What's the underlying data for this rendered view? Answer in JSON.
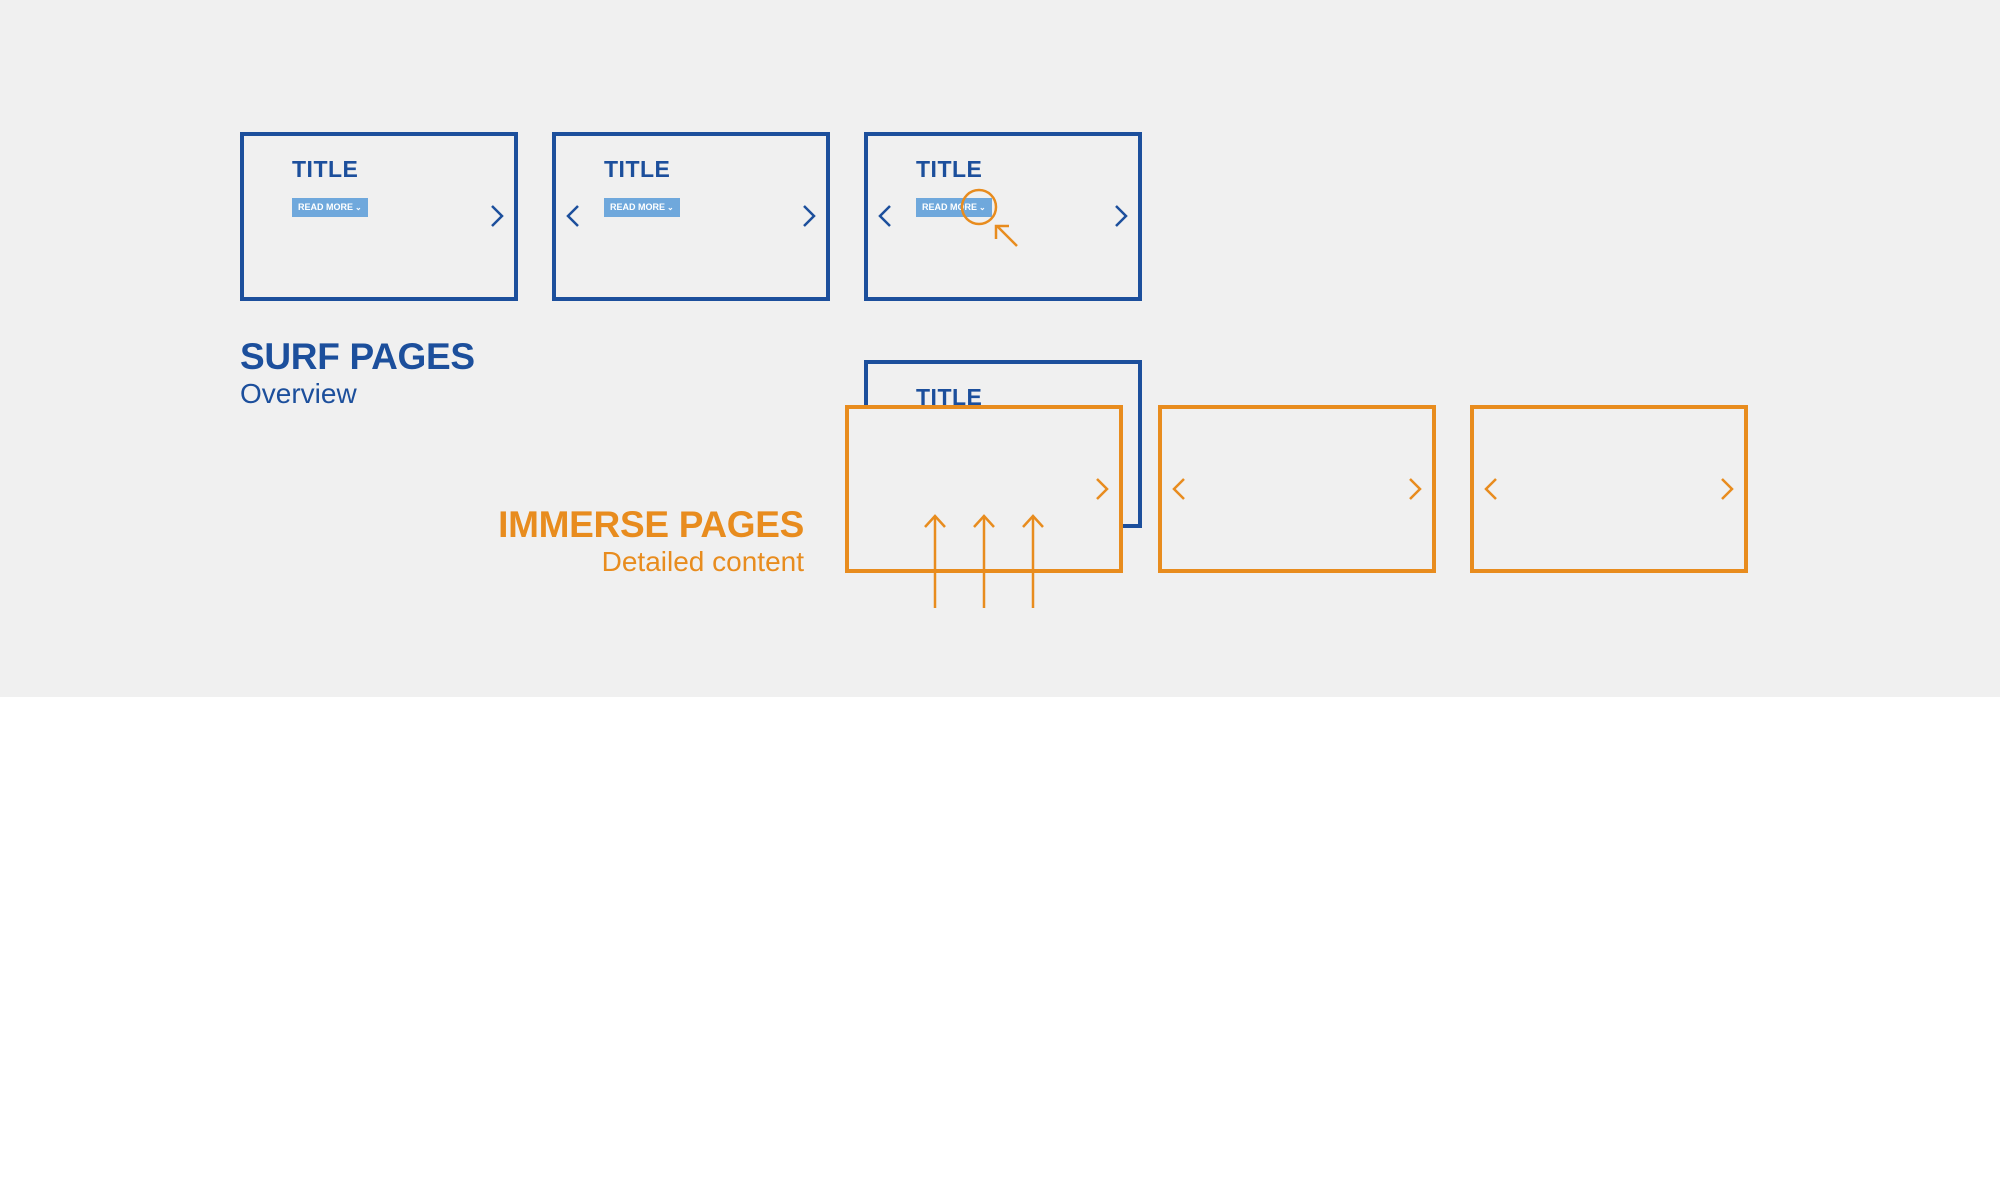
{
  "surf": {
    "heading": "SURF PAGES",
    "subheading": "Overview",
    "cards": [
      {
        "title": "TITLE",
        "button": "READ MORE",
        "nav": [
          "chevron-right"
        ]
      },
      {
        "title": "TITLE",
        "button": "READ MORE",
        "nav": [
          "chevron-left",
          "chevron-right"
        ]
      },
      {
        "title": "TITLE",
        "button": "READ MORE",
        "nav": [
          "chevron-left",
          "chevron-right"
        ],
        "highlighted": true
      }
    ],
    "expanding_card": {
      "title": "TITLE"
    }
  },
  "immerse": {
    "heading": "IMMERSE PAGES",
    "subheading": "Detailed content",
    "cards": [
      {
        "nav": [
          "chevron-right"
        ]
      },
      {
        "nav": [
          "chevron-left",
          "chevron-right"
        ]
      },
      {
        "nav": [
          "chevron-left",
          "chevron-right"
        ]
      }
    ],
    "transition_arrows": 3
  },
  "colors": {
    "surf": "#1c4f9c",
    "immerse": "#e88c1e",
    "button": "#6fa8dc",
    "background": "#f0f0f0"
  },
  "icons": [
    "chevron-left-icon",
    "chevron-right-icon",
    "highlight-circle",
    "pointer-arrow-icon",
    "arrow-up-icon"
  ]
}
